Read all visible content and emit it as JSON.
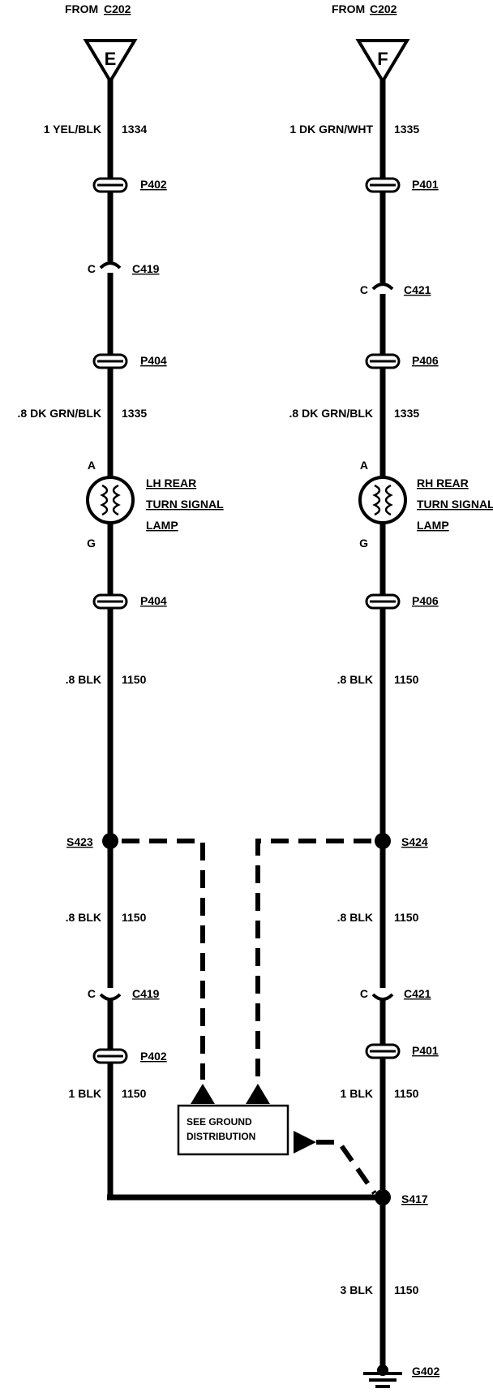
{
  "source_left": {
    "from": "FROM",
    "connector": "C202",
    "letter": "E"
  },
  "source_right": {
    "from": "FROM",
    "connector": "C202",
    "letter": "F"
  },
  "left": {
    "wire1": {
      "gauge_color": "1 YEL/BLK",
      "circuit": "1334"
    },
    "p1": "P402",
    "c1_pin": "C",
    "c1": "C419",
    "p2": "P404",
    "wire2": {
      "gauge_color": ".8 DK GRN/BLK",
      "circuit": "1335"
    },
    "lamp": {
      "pin_a": "A",
      "pin_g": "G",
      "line1": "LH REAR",
      "line2": "TURN SIGNAL",
      "line3": "LAMP"
    },
    "p3": "P404",
    "wire3": {
      "gauge_color": ".8 BLK",
      "circuit": "1150"
    },
    "splice": "S423",
    "wire4": {
      "gauge_color": ".8 BLK",
      "circuit": "1150"
    },
    "c2_pin": "C",
    "c2": "C419",
    "p4": "P402",
    "wire5": {
      "gauge_color": "1 BLK",
      "circuit": "1150"
    }
  },
  "right": {
    "wire1": {
      "gauge_color": "1 DK GRN/WHT",
      "circuit": "1335"
    },
    "p1": "P401",
    "c1_pin": "C",
    "c1": "C421",
    "p2": "P406",
    "wire2": {
      "gauge_color": ".8 DK GRN/BLK",
      "circuit": "1335"
    },
    "lamp": {
      "pin_a": "A",
      "pin_g": "G",
      "line1": "RH REAR",
      "line2": "TURN SIGNAL",
      "line3": "LAMP"
    },
    "p3": "P406",
    "wire3": {
      "gauge_color": ".8 BLK",
      "circuit": "1150"
    },
    "splice": "S424",
    "wire4": {
      "gauge_color": ".8 BLK",
      "circuit": "1150"
    },
    "c2_pin": "C",
    "c2": "C421",
    "p4": "P401",
    "wire5": {
      "gauge_color": "1 BLK",
      "circuit": "1150"
    },
    "splice_main": "S417",
    "wire6": {
      "gauge_color": "3 BLK",
      "circuit": "1150"
    },
    "ground": "G402"
  },
  "ground_box": {
    "line1": "SEE GROUND",
    "line2": "DISTRIBUTION"
  }
}
